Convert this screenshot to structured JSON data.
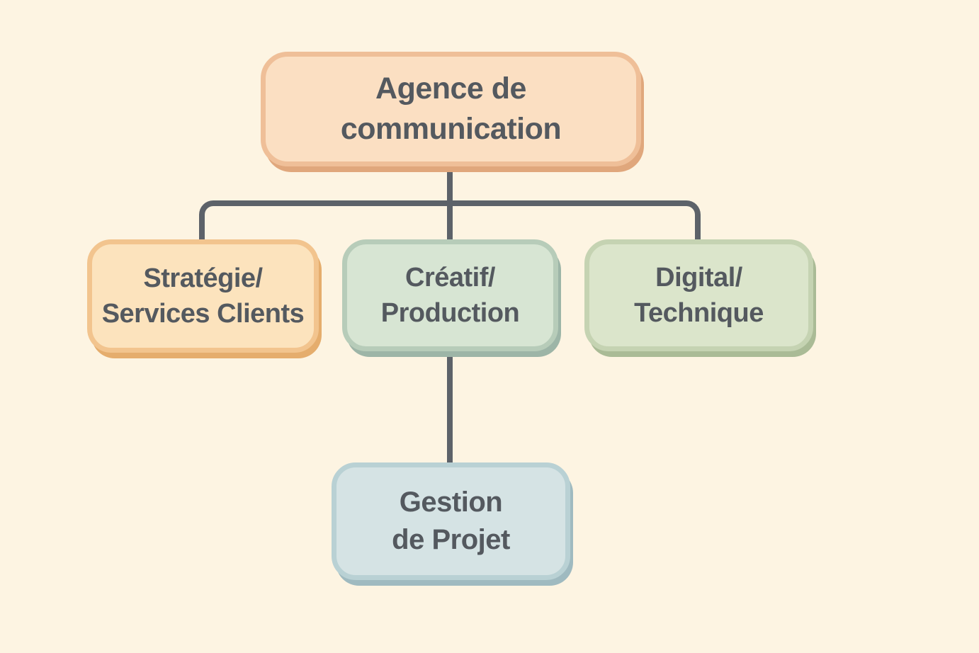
{
  "diagram": {
    "title_implicit": "Organigramme d'une agence de communication",
    "background_color": "#fdf4e2",
    "connector_color": "#5d6269",
    "text_color": "#54595f",
    "nodes": {
      "root": {
        "line1": "Agence de",
        "line2": "communication",
        "fill": "#fbdfc2",
        "border": "#efbf98",
        "shadow": "#e0a77c"
      },
      "strategy": {
        "line1": "Stratégie/",
        "line2": "Services Clients",
        "fill": "#fce3bd",
        "border": "#f2c48e",
        "shadow": "#e5ad6d"
      },
      "creative": {
        "line1": "Créatif/",
        "line2": "Production",
        "fill": "#d7e5d3",
        "border": "#b7ccb9",
        "shadow": "#9db5a7"
      },
      "digital": {
        "line1": "Digital/",
        "line2": "Technique",
        "fill": "#dbe5cb",
        "border": "#c5d3b2",
        "shadow": "#aabb96"
      },
      "project": {
        "line1": "Gestion",
        "line2": "de Projet",
        "fill": "#d5e3e4",
        "border": "#b9d1d4",
        "shadow": "#9fbac0"
      }
    },
    "edges": [
      {
        "from": "root",
        "to": "strategy"
      },
      {
        "from": "root",
        "to": "creative"
      },
      {
        "from": "root",
        "to": "digital"
      },
      {
        "from": "creative",
        "to": "project"
      }
    ]
  }
}
